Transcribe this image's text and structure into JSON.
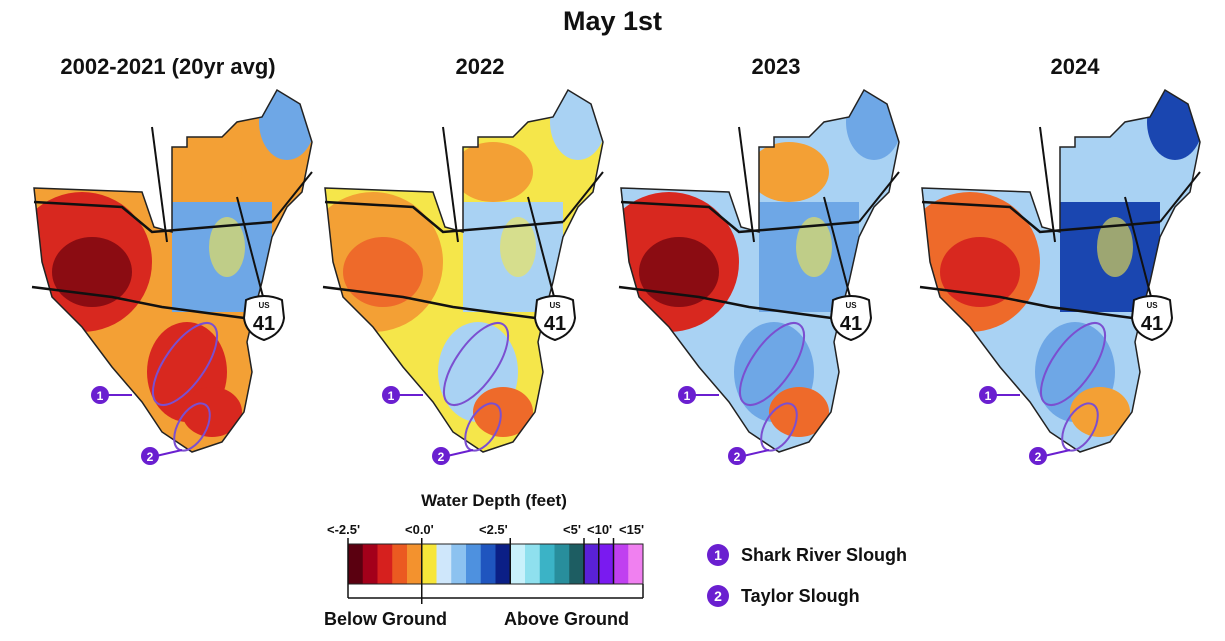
{
  "title": "May 1st",
  "panels": [
    {
      "title": "2002-2021 (20yr avg)",
      "mood": "dry"
    },
    {
      "title": "2022",
      "mood": "mid"
    },
    {
      "title": "2023",
      "mood": "drymid"
    },
    {
      "title": "2024",
      "mood": "wet"
    }
  ],
  "highway_shield": {
    "top": "US",
    "number": "41"
  },
  "callouts": [
    {
      "number": "1",
      "label": "Shark River Slough"
    },
    {
      "number": "2",
      "label": "Taylor Slough"
    }
  ],
  "legend": {
    "title": "Water Depth (feet)",
    "ticks": [
      "<-2.5'",
      "<0.0'",
      "<2.5'",
      "<5'",
      "<10'",
      "<15'"
    ],
    "below_label": "Below Ground",
    "above_label": "Above Ground",
    "colors": [
      "#5a0010",
      "#a3001a",
      "#d6201e",
      "#eb5a21",
      "#f3922e",
      "#f7e63a",
      "#cfe7fb",
      "#8cc2f0",
      "#4e91df",
      "#1f55bf",
      "#0b1f86",
      "#c9f1fb",
      "#8fe0ee",
      "#3bb3c6",
      "#288e9c",
      "#1d5d62",
      "#5a21d8",
      "#7a1af0",
      "#c040f0",
      "#f080f0"
    ]
  },
  "map_colors": {
    "deep_dry": "#8b0c12",
    "dry": "#d8281f",
    "dry_light": "#ee6a2a",
    "near_zero": "#f3a035",
    "yellow": "#f5e64a",
    "light_wet": "#a9d2f3",
    "wet": "#6ea7e6",
    "deep_wet": "#1a46b0",
    "ellipse": "#7b4fd0",
    "callout": "#6a1fd0"
  }
}
